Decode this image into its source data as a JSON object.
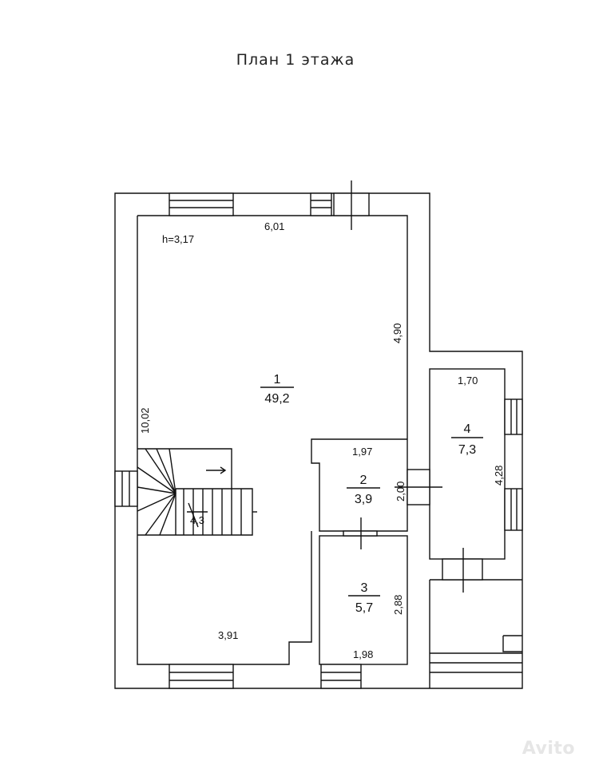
{
  "title": "План 1 этажа",
  "height_label": "h=3,17",
  "dimensions": {
    "top_width": "6,01",
    "right_height": "4,90",
    "left_height": "10,02",
    "bottom_width": "3,91",
    "room2_width": "1,97",
    "room2_height": "2,00",
    "room3_height": "2,88",
    "room3_width": "1,98",
    "room4_width": "1,70",
    "room4_height": "4,28"
  },
  "rooms": [
    {
      "number": "1",
      "area": "49,2"
    },
    {
      "number": "2",
      "area": "3,9"
    },
    {
      "number": "3",
      "area": "5,7"
    },
    {
      "number": "4",
      "area": "7,3"
    }
  ],
  "stair_label": "4,3",
  "watermark": "Avito"
}
